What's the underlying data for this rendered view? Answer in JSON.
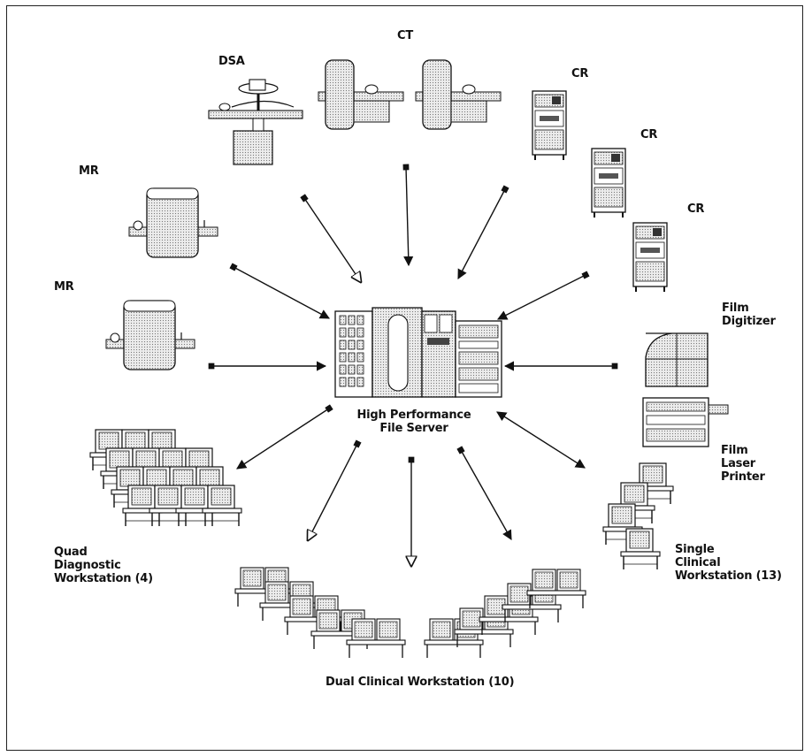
{
  "labels": {
    "ct": "CT",
    "dsa": "DSA",
    "cr1": "CR",
    "cr2": "CR",
    "cr3": "CR",
    "mr1": "MR",
    "mr2": "MR",
    "film_digitizer": [
      "Film",
      "Digitizer"
    ],
    "server": [
      "High Performance",
      "File Server"
    ],
    "laser_printer": [
      "Film",
      "Laser",
      "Printer"
    ],
    "quad_ws": [
      "Quad",
      "Diagnostic",
      "Workstation (4)"
    ],
    "single_ws": [
      "Single",
      "Clinical",
      "Workstation (13)"
    ],
    "dual_ws": "Dual Clinical Workstation (10)"
  },
  "colors": {
    "ink": "#111111",
    "fill": "#d8d8d8",
    "screen": "#bdbdbd"
  }
}
